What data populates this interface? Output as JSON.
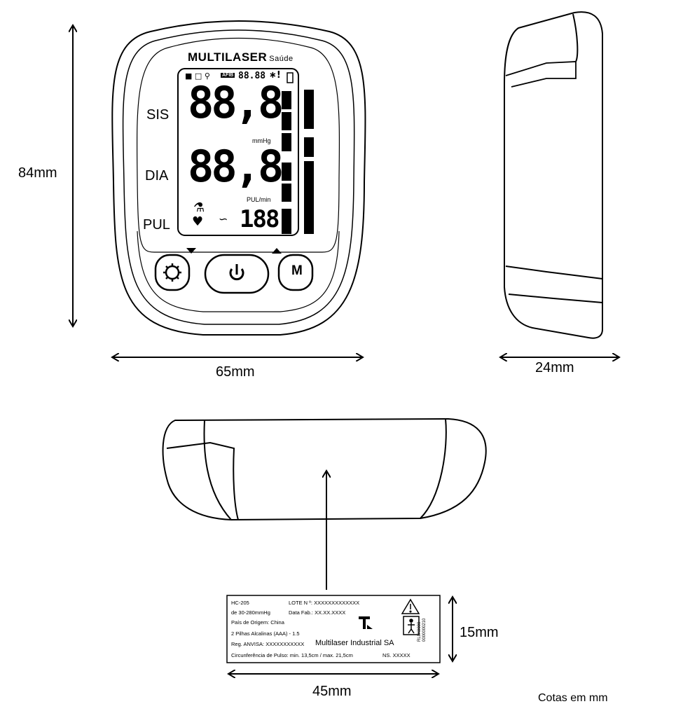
{
  "front": {
    "brand": "MULTILASER",
    "brand_sub": "Saúde",
    "labels": {
      "sys": "SIS",
      "dia": "DIA",
      "pul": "PUL"
    },
    "lcd": {
      "sys_value": "88,8",
      "dia_value": "88,8",
      "pul_value": "188",
      "top_value": "88.88",
      "unit_mmhg": "mmHg",
      "unit_pulmin": "PUL/min",
      "afib_badge": "AFIB"
    },
    "buttons": [
      {
        "name": "set-button",
        "icon": "gear-icon"
      },
      {
        "name": "power-button",
        "icon": "power-icon"
      },
      {
        "name": "memory-button",
        "label": "M"
      }
    ]
  },
  "dimensions": {
    "height_front": "84mm",
    "width_front": "65mm",
    "depth_side": "24mm",
    "label_width": "45mm",
    "label_height": "15mm"
  },
  "product_label": {
    "model": "HC-205",
    "lot": "LOTE N º: XXXXXXXXXXXXX",
    "range": "de 30-280mmHg",
    "manufacture_date": "Data Fab.: XX.XX.XXXX",
    "origin": "País de Origem: China",
    "batteries": "2 Pilhas Alcalinas (AAA) - 1.5",
    "anvisa": "Reg. ANVISA: XXXXXXXXXXX",
    "company": "Multilaser Industrial SA",
    "cuff": "Circunferência de Pulso: min. 13,5cm / max. 21,5cm",
    "ns": "NS. XXXXX",
    "code_vertical": "RL0K0000 0000000210"
  },
  "footnote": "Cotas em mm"
}
